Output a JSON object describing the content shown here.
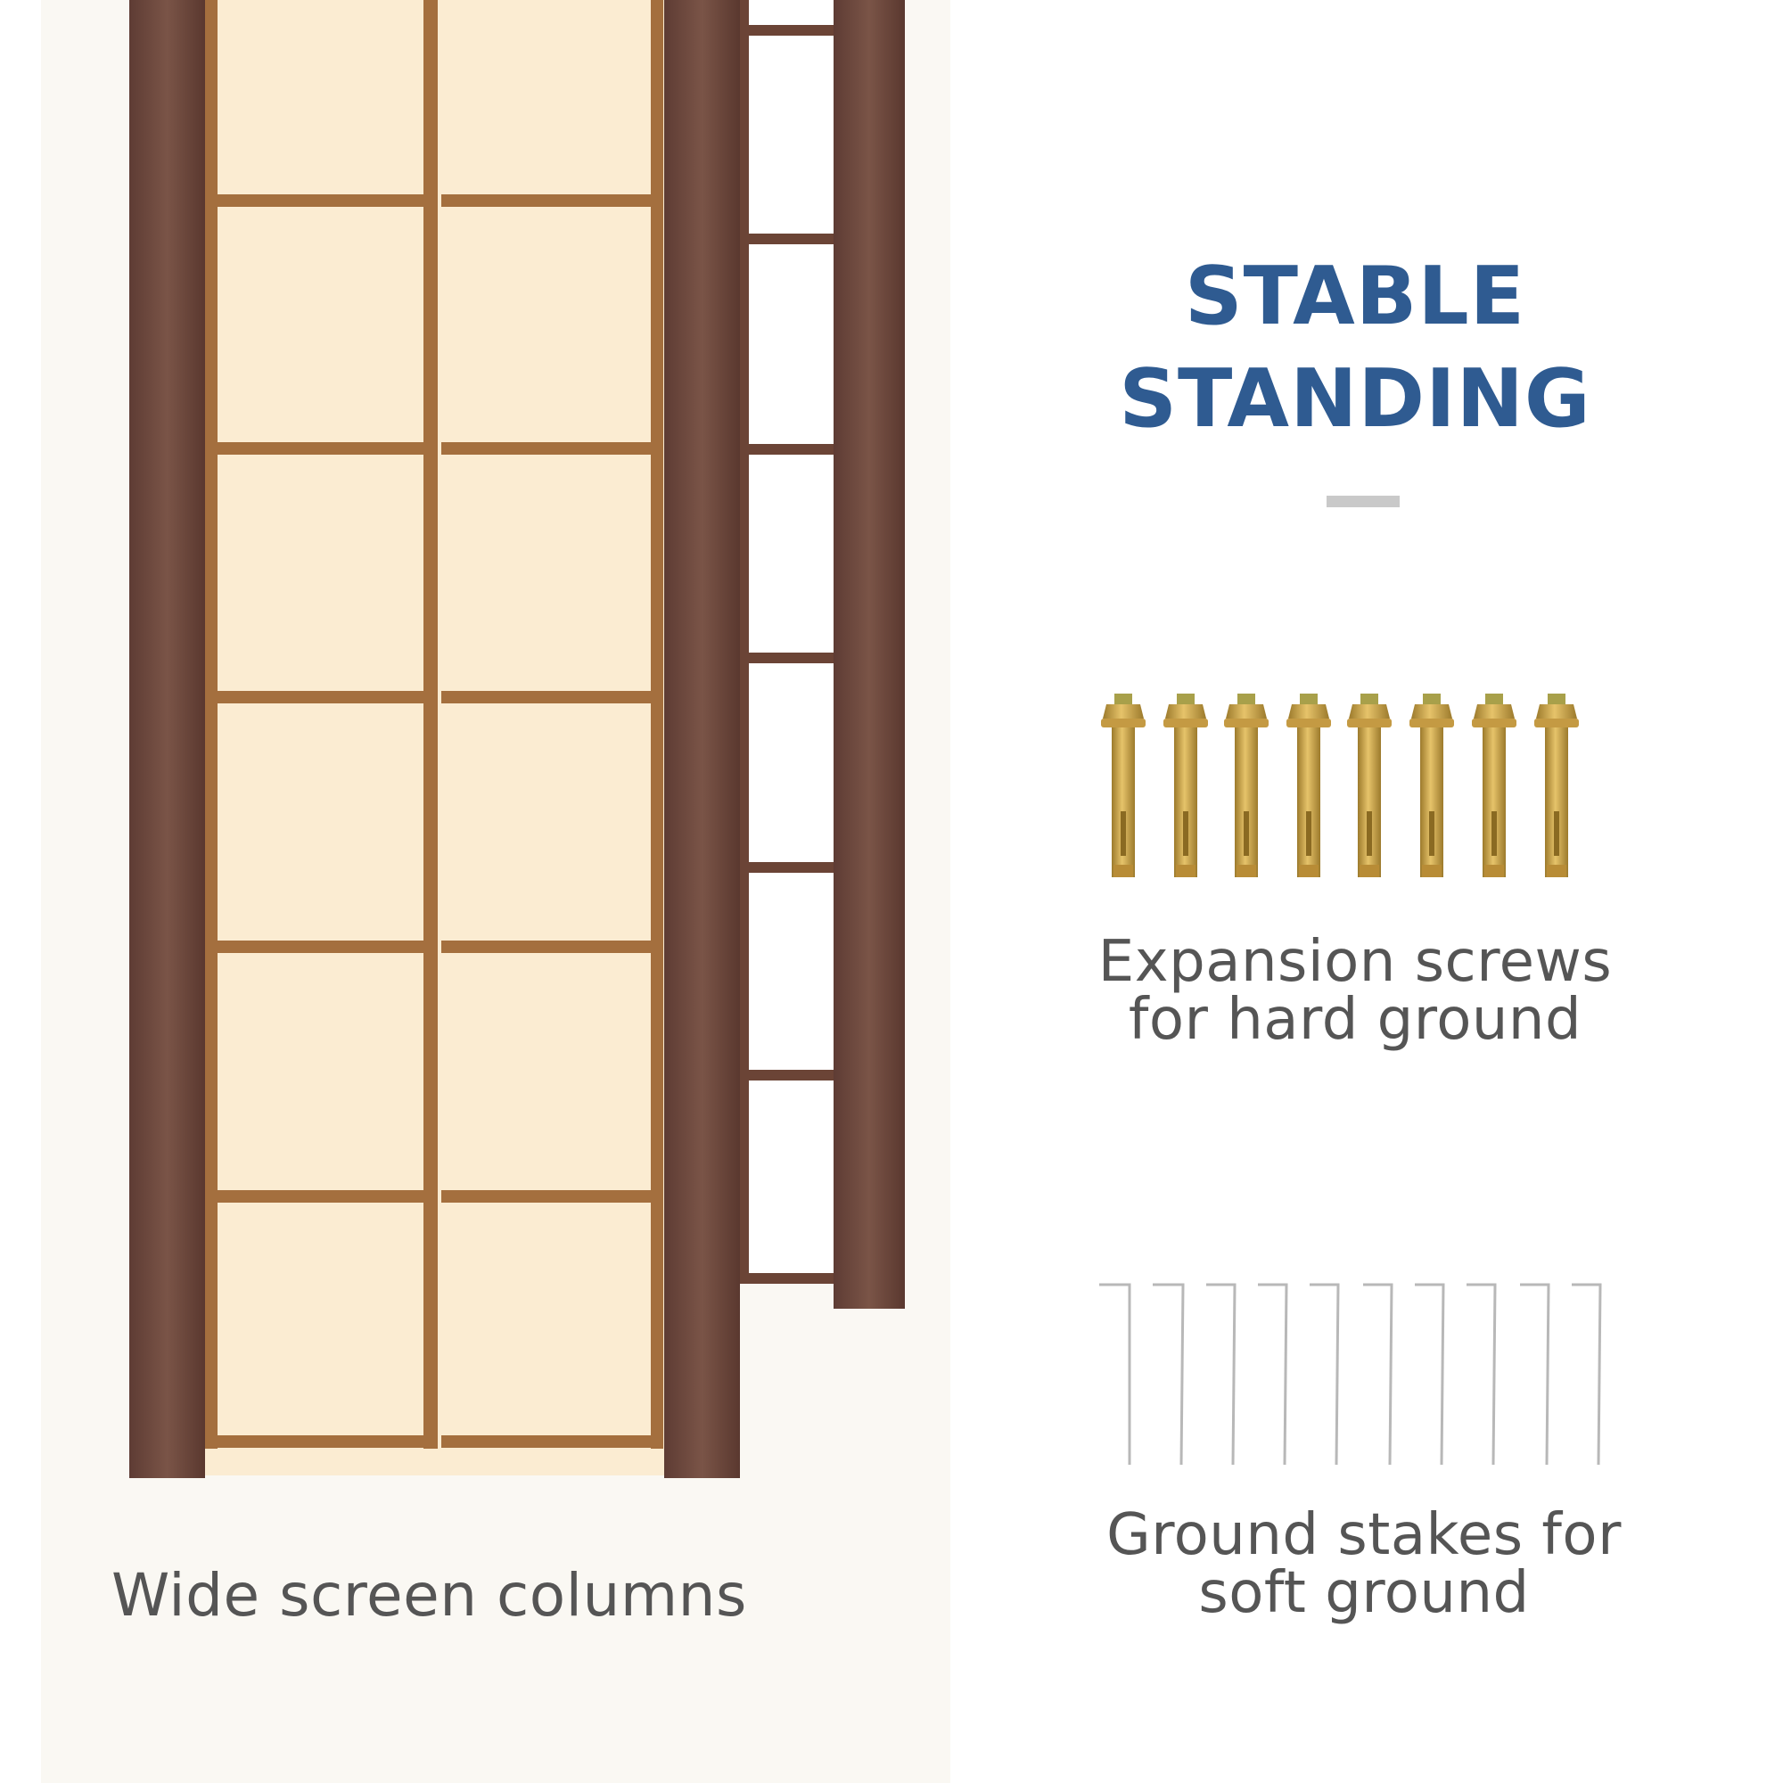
{
  "headline": {
    "line1": "STABLE",
    "line2": "STANDING"
  },
  "captions": {
    "columns": "Wide screen columns",
    "screws_line1": "Expansion screws",
    "screws_line2": "for hard ground",
    "stakes_line1": "Ground stakes for",
    "stakes_line2": "soft ground"
  },
  "colors": {
    "headline": "#2f5b91",
    "caption": "#555555",
    "divider": "#c9c9c9",
    "panel_background": "#faf8f3",
    "frame_wood": "#6e4a3f",
    "lattice_wood": "#a46f3e",
    "screen_fabric": "#fbecd2",
    "screw_brass": "#c9a24a",
    "stake_steel": "#b8b8b8"
  },
  "icons": {
    "screws": "expansion-screw-icon",
    "stakes": "ground-stake-icon",
    "screen": "wooden-lattice-screen"
  },
  "counts": {
    "expansion_screws": 8,
    "ground_stakes": 10
  }
}
